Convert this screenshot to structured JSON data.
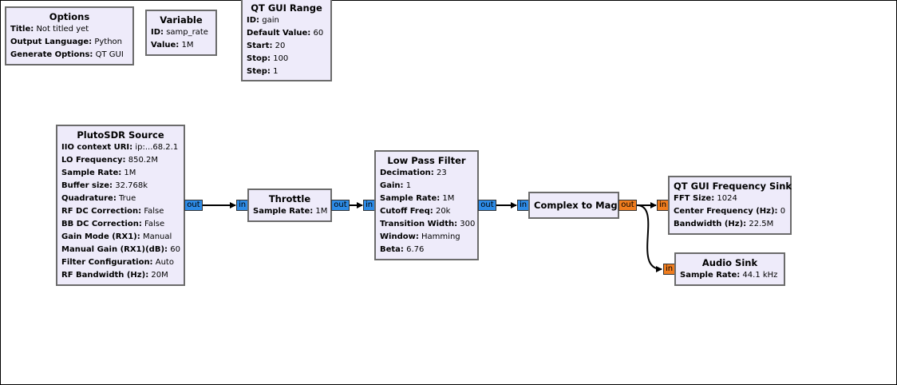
{
  "blocks": {
    "options": {
      "title": "Options",
      "params": [
        {
          "key": "Title:",
          "value": "Not titled yet"
        },
        {
          "key": "Output Language:",
          "value": "Python"
        },
        {
          "key": "Generate Options:",
          "value": "QT GUI"
        }
      ]
    },
    "variable": {
      "title": "Variable",
      "params": [
        {
          "key": "ID:",
          "value": "samp_rate"
        },
        {
          "key": "Value:",
          "value": "1M"
        }
      ]
    },
    "qt_range": {
      "title": "QT GUI Range",
      "params": [
        {
          "key": "ID:",
          "value": "gain"
        },
        {
          "key": "Default Value:",
          "value": "60"
        },
        {
          "key": "Start:",
          "value": "20"
        },
        {
          "key": "Stop:",
          "value": "100"
        },
        {
          "key": "Step:",
          "value": "1"
        }
      ]
    },
    "pluto": {
      "title": "PlutoSDR Source",
      "params": [
        {
          "key": "IIO context URI:",
          "value": "ip:...68.2.1"
        },
        {
          "key": "LO Frequency:",
          "value": "850.2M"
        },
        {
          "key": "Sample Rate:",
          "value": "1M"
        },
        {
          "key": "Buffer size:",
          "value": "32.768k"
        },
        {
          "key": "Quadrature:",
          "value": "True"
        },
        {
          "key": "RF DC Correction:",
          "value": "False"
        },
        {
          "key": "BB DC Correction:",
          "value": "False"
        },
        {
          "key": "Gain Mode (RX1):",
          "value": "Manual"
        },
        {
          "key": "Manual Gain (RX1)(dB):",
          "value": "60"
        },
        {
          "key": "Filter Configuration:",
          "value": "Auto"
        },
        {
          "key": "RF Bandwidth (Hz):",
          "value": "20M"
        }
      ]
    },
    "throttle": {
      "title": "Throttle",
      "params": [
        {
          "key": "Sample Rate:",
          "value": "1M"
        }
      ]
    },
    "lpf": {
      "title": "Low Pass Filter",
      "params": [
        {
          "key": "Decimation:",
          "value": "23"
        },
        {
          "key": "Gain:",
          "value": "1"
        },
        {
          "key": "Sample Rate:",
          "value": "1M"
        },
        {
          "key": "Cutoff Freq:",
          "value": "20k"
        },
        {
          "key": "Transition Width:",
          "value": "300"
        },
        {
          "key": "Window:",
          "value": "Hamming"
        },
        {
          "key": "Beta:",
          "value": "6.76"
        }
      ]
    },
    "c2mag": {
      "title": "Complex to Mag",
      "params": []
    },
    "freq_sink": {
      "title": "QT GUI Frequency Sink",
      "params": [
        {
          "key": "FFT Size:",
          "value": "1024"
        },
        {
          "key": "Center Frequency (Hz):",
          "value": "0"
        },
        {
          "key": "Bandwidth (Hz):",
          "value": "22.5M"
        }
      ]
    },
    "audio_sink": {
      "title": "Audio Sink",
      "params": [
        {
          "key": "Sample Rate:",
          "value": "44.1 kHz"
        }
      ]
    }
  },
  "ports": {
    "pluto_out": "out",
    "throttle_in": "in",
    "throttle_out": "out",
    "lpf_in": "in",
    "lpf_out": "out",
    "c2mag_in": "in",
    "c2mag_out": "out",
    "freq_sink_in": "in",
    "audio_sink_in": "in"
  },
  "colors": {
    "block_fill": "#eeebfa",
    "complex_port": "#2d8be6",
    "float_port": "#f07d1e"
  }
}
